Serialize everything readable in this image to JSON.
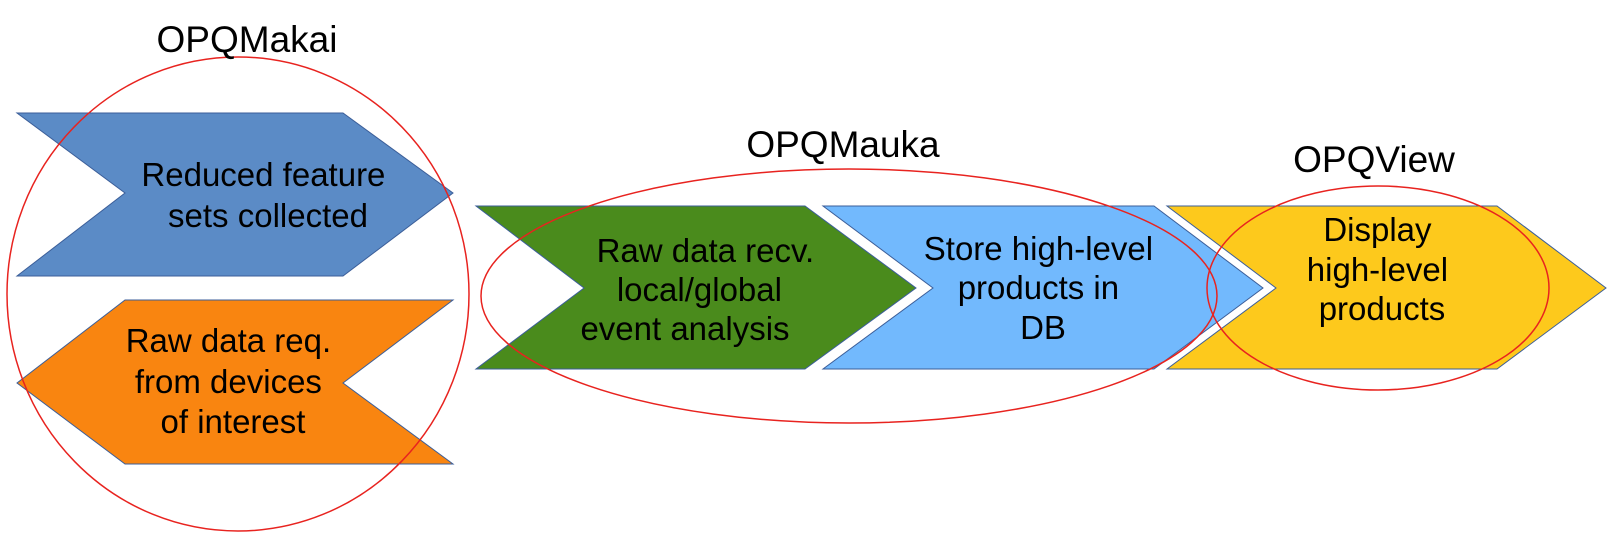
{
  "groups": {
    "makai": {
      "label": "OPQMakai"
    },
    "mauka": {
      "label": "OPQMauka"
    },
    "view": {
      "label": "OPQView"
    }
  },
  "steps": {
    "reduced_features": {
      "lines": [
        "Reduced feature",
        "sets collected"
      ],
      "color": "#5b8bc6",
      "direction": "right"
    },
    "raw_data_request": {
      "lines": [
        "Raw data req.",
        "from devices",
        "of interest"
      ],
      "color": "#f98510",
      "direction": "left"
    },
    "raw_data_received": {
      "lines": [
        "Raw data recv.",
        "local/global",
        "event analysis"
      ],
      "color": "#4a8b1c",
      "direction": "right"
    },
    "store_products": {
      "lines": [
        "Store high-level",
        "products in",
        "DB"
      ],
      "color": "#72b9fd",
      "direction": "right"
    },
    "display_products": {
      "lines": [
        "Display",
        "high-level",
        "products"
      ],
      "color": "#fdc91c",
      "direction": "right"
    }
  },
  "colors": {
    "group_outline": "#e8231f",
    "shape_border": "#3b5e99"
  }
}
